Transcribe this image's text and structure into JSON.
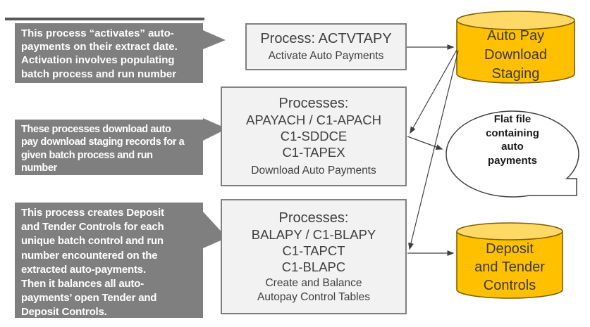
{
  "diagram": {
    "title_semantics": "Auto Pay batch process flow",
    "callouts": [
      {
        "lines": [
          "This process “activates” auto-",
          "payments on their extract date.",
          "Activation involves populating",
          "batch process and run number"
        ]
      },
      {
        "lines": [
          "These processes download  auto",
          "pay download staging records for a",
          "given batch process and run",
          "number"
        ]
      },
      {
        "lines": [
          "This process creates Deposit",
          "and Tender Controls for each",
          "unique batch control and run",
          "number encountered on the",
          "extracted auto-payments.",
          "Then it balances all auto-",
          "payments’ open Tender and",
          "Deposit Controls."
        ]
      }
    ],
    "process_boxes": [
      {
        "title": "Process: ACTVTAPY",
        "codes": [],
        "subtitle_lines": [
          "Activate Auto Payments"
        ]
      },
      {
        "title": "Processes:",
        "codes": [
          "APAYACH / C1-APACH",
          "C1-SDDCE",
          "C1-TAPEX"
        ],
        "subtitle_lines": [
          "Download Auto Payments"
        ]
      },
      {
        "title": "Processes:",
        "codes": [
          "BALAPY / C1-BLAPY",
          "C1-TAPCT",
          "C1-BLAPC"
        ],
        "subtitle_lines": [
          "Create and Balance",
          "Autopay Control Tables"
        ]
      }
    ],
    "datastores": [
      {
        "lines": [
          "Auto Pay",
          "Download",
          "Staging"
        ]
      },
      {
        "lines": [
          "Deposit",
          "and Tender",
          "Controls"
        ]
      }
    ],
    "flat_file": {
      "lines": [
        "Flat file",
        "containing",
        "auto",
        "payments"
      ]
    },
    "colors": {
      "callout_fill": "#7f7f7f",
      "process_fill": "#f2f2f2",
      "process_border": "#808080",
      "cylinder_body": "#ffc000",
      "cylinder_top": "#ffd966",
      "cylinder_border": "#7f6000",
      "arrow": "#404040",
      "top_rule": "#595959"
    }
  }
}
